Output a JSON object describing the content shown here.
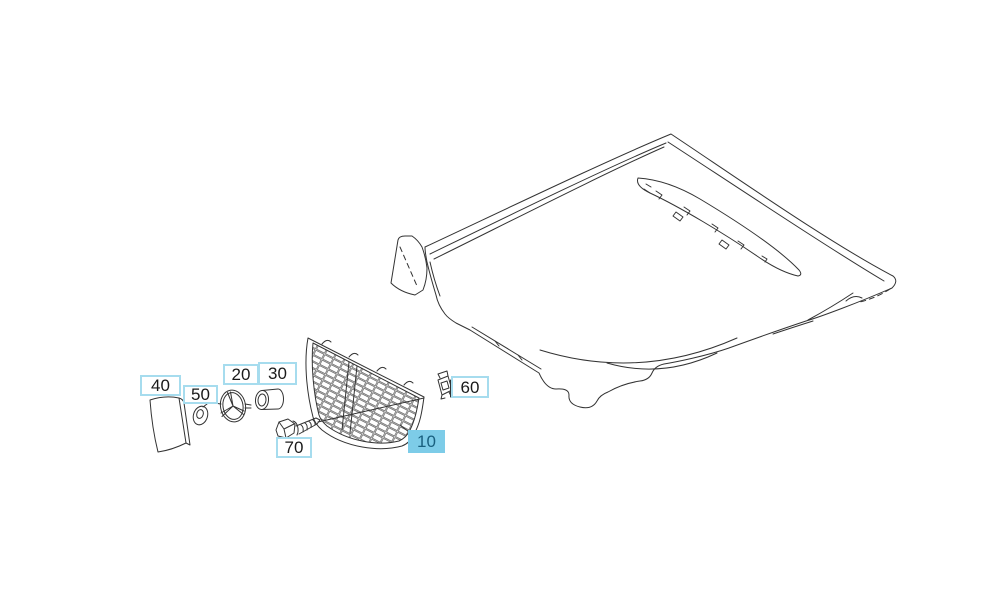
{
  "colors": {
    "page_background": "#ffffff",
    "line": "#333333",
    "callout_border": "#a6dcee",
    "callout_text": "#1a1a1a",
    "highlight_background": "#7dcce8",
    "highlight_text": "#19607f"
  },
  "callouts": {
    "grille": {
      "label": "10",
      "highlighted": true
    },
    "emblem": {
      "label": "20",
      "highlighted": false
    },
    "sleeve": {
      "label": "30",
      "highlighted": false
    },
    "plate": {
      "label": "40",
      "highlighted": false
    },
    "grommet": {
      "label": "50",
      "highlighted": false
    },
    "clip": {
      "label": "60",
      "highlighted": false
    },
    "bolt": {
      "label": "70",
      "highlighted": false
    }
  }
}
